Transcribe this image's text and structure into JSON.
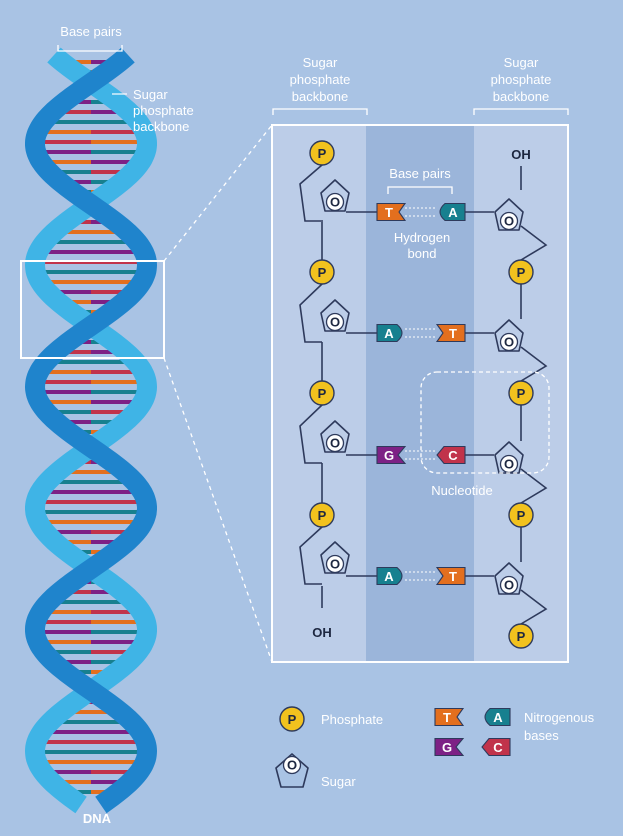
{
  "colors": {
    "background": "#a9c3e4",
    "strand_light": "#3fb4e6",
    "strand_dark": "#1f84cc",
    "panel_side": "#bccde8",
    "panel_middle": "#9bb5da",
    "phosphate": "#f2c21e",
    "base_T": "#e36f1e",
    "base_A": "#17808f",
    "base_G": "#7d2185",
    "base_C": "#c1334b",
    "outline": "#2e3a5c"
  },
  "helix": {
    "top_label": "Base pairs",
    "side_label_lines": [
      "Sugar",
      "phosphate",
      "backbone"
    ],
    "bottom_label": "DNA"
  },
  "detail": {
    "left_header": [
      "Sugar",
      "phosphate",
      "backbone"
    ],
    "right_header": [
      "Sugar",
      "phosphate",
      "backbone"
    ],
    "base_pairs_label": "Base pairs",
    "hydrogen_bond_label": [
      "Hydrogen",
      "bond"
    ],
    "nucleotide_label": "Nucleotide",
    "top_oh": "OH",
    "bottom_oh": "OH",
    "phosphate_letter": "P",
    "sugar_letter": "O",
    "pairs": [
      {
        "left": "T",
        "right": "A"
      },
      {
        "left": "A",
        "right": "T"
      },
      {
        "left": "G",
        "right": "C"
      },
      {
        "left": "A",
        "right": "T"
      }
    ]
  },
  "legend": {
    "phosphate_label": "Phosphate",
    "sugar_label": "Sugar",
    "bases_label": [
      "Nitrogenous",
      "bases"
    ],
    "bases": [
      "T",
      "A",
      "G",
      "C"
    ],
    "phosphate_letter": "P",
    "sugar_letter": "O"
  }
}
